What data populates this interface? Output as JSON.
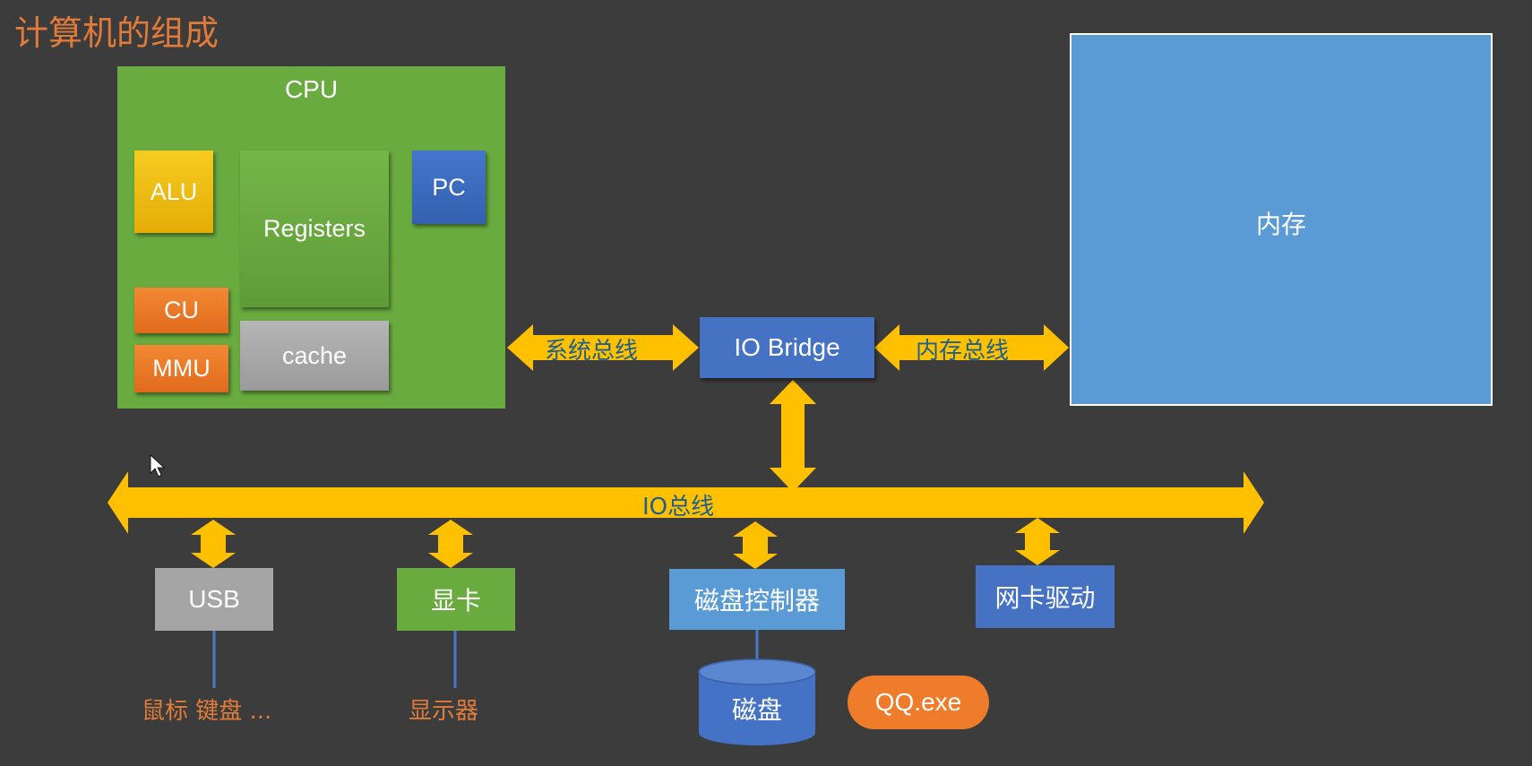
{
  "page": {
    "title": "计算机的组成"
  },
  "cpu": {
    "label": "CPU",
    "alu": "ALU",
    "registers": "Registers",
    "pc": "PC",
    "cu": "CU",
    "mmu": "MMU",
    "cache": "cache"
  },
  "bridge": {
    "label": "IO Bridge"
  },
  "memory": {
    "label": "内存"
  },
  "buses": {
    "system_bus": "系统总线",
    "memory_bus": "内存总线",
    "io_bus": "IO总线"
  },
  "devices": {
    "usb": "USB",
    "gpu": "显卡",
    "disk_controller": "磁盘控制器",
    "nic": "网卡驱动",
    "disk": "磁盘",
    "process": "QQ.exe"
  },
  "peripherals": {
    "input": "鼠标 键盘 ...",
    "display": "显示器"
  },
  "colors": {
    "background": "#3c3c3c",
    "cpu_green": "#6aab3f",
    "alu_yellow": "#f2c012",
    "pc_blue": "#3a6cc2",
    "cu_orange": "#ee7c2b",
    "cache_gray": "#a9a9a9",
    "bridge_blue": "#4672c4",
    "memory_blue": "#5b9bd5",
    "arrow_gold": "#ffc000",
    "title_orange": "#e07b39",
    "bus_text": "#1f5f8f"
  }
}
